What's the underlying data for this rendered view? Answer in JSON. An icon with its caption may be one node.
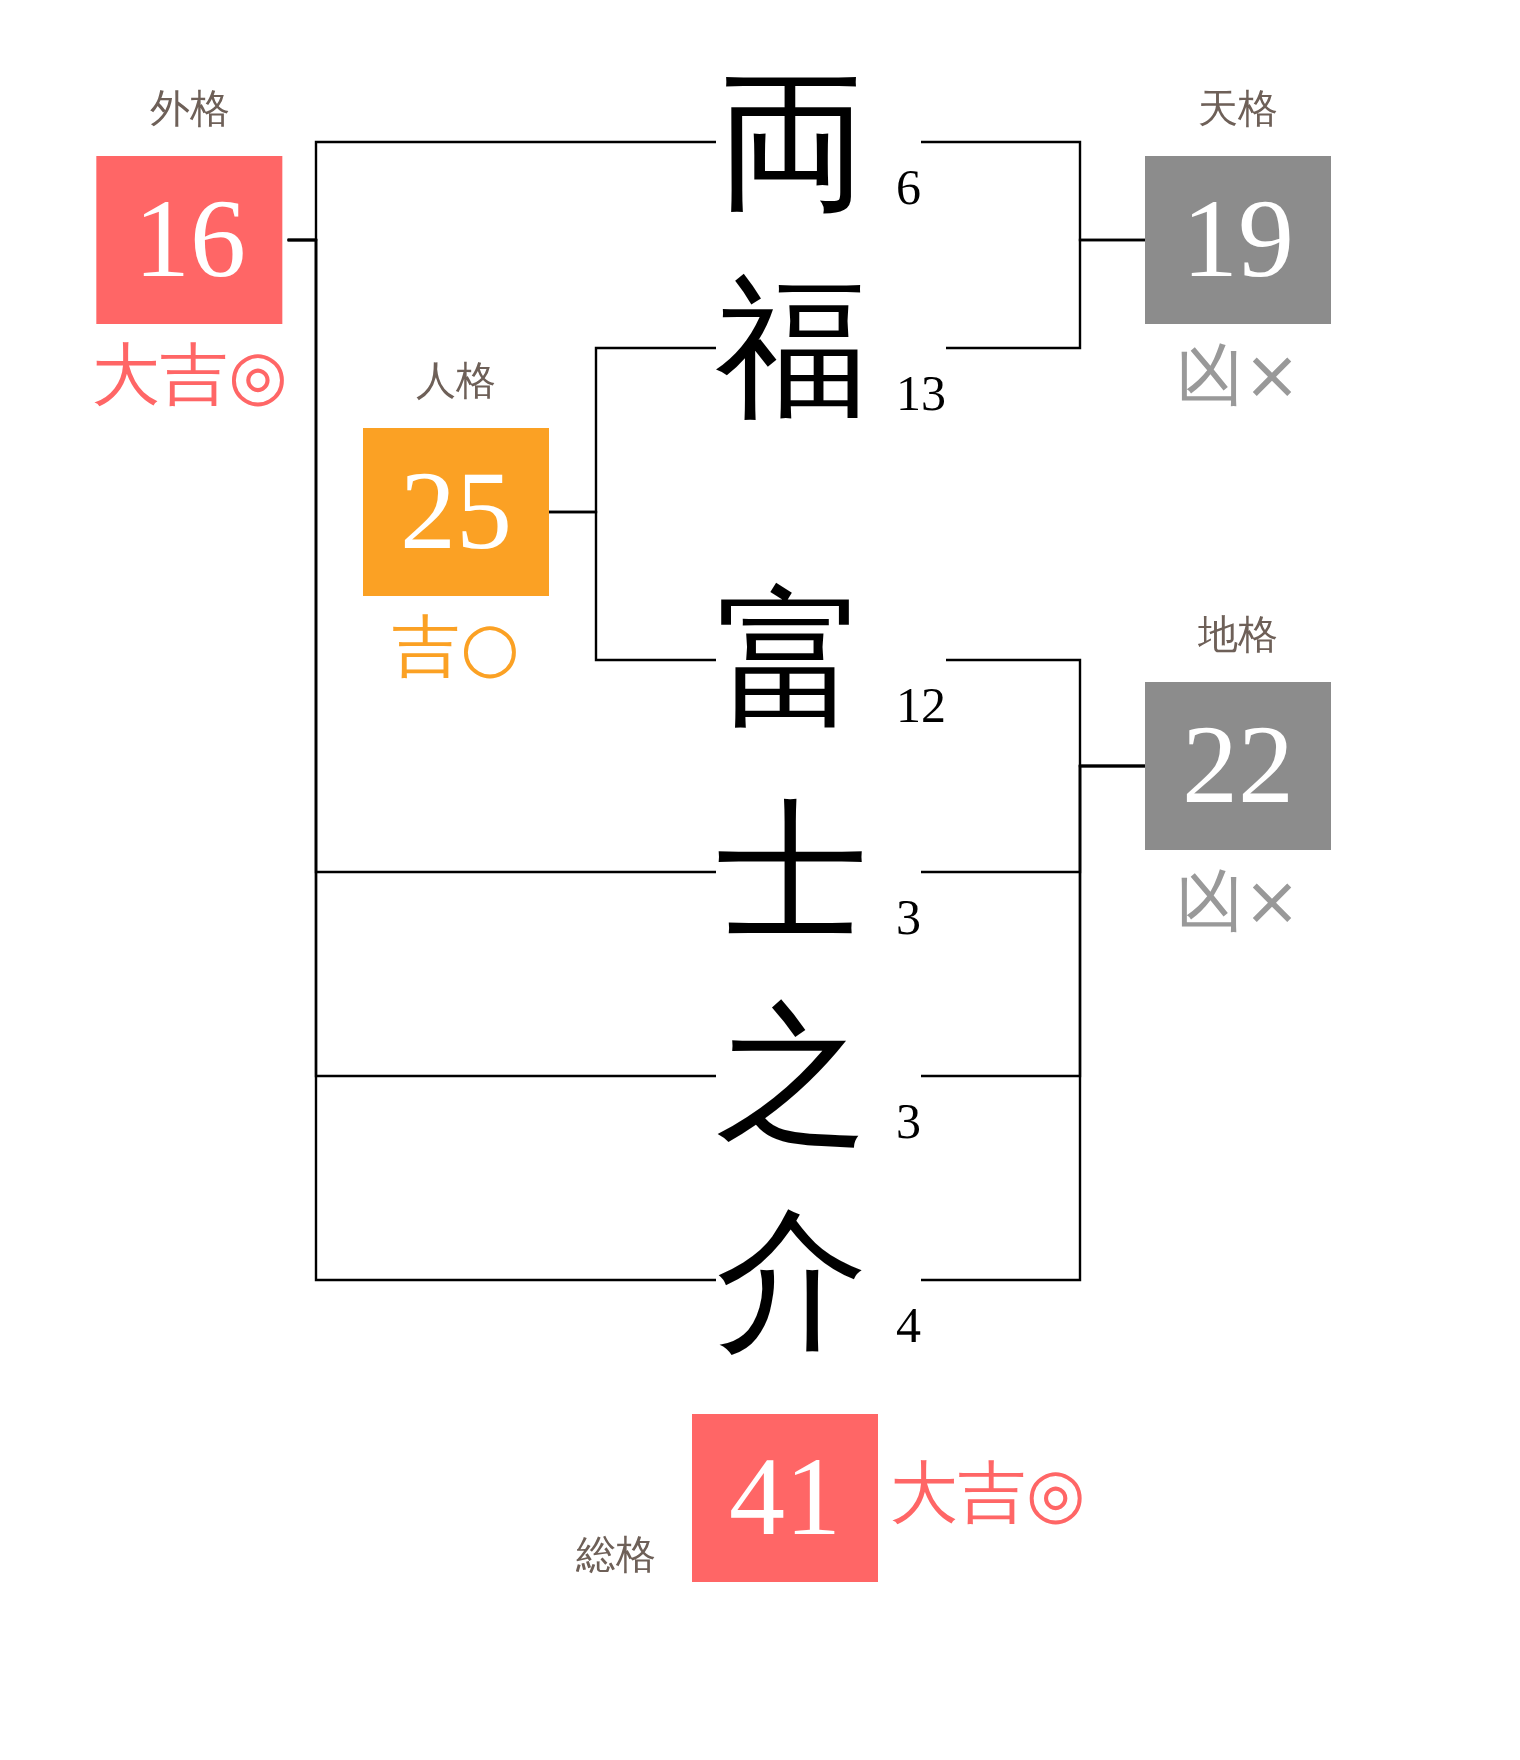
{
  "diagram": {
    "nodes": [
      {
        "text": [
          "外格",
          "16"
        ],
        "beside": [
          "大吉◎"
        ]
      },
      {
        "text": [
          "両"
        ],
        "beside": [
          "6"
        ]
      },
      {
        "text": [
          "天格",
          "19"
        ],
        "beside": [
          "凶×"
        ]
      },
      {
        "text": [
          "福"
        ],
        "beside": [
          "13"
        ]
      },
      {
        "text": [
          "人格",
          "25"
        ],
        "beside": [
          "吉○"
        ]
      },
      {
        "text": [
          "富"
        ],
        "beside": [
          "12"
        ]
      },
      {
        "text": [
          "地格",
          "22"
        ],
        "beside": [
          "凶×"
        ]
      },
      {
        "text": [
          "士"
        ],
        "beside": [
          "3"
        ]
      },
      {
        "text": [
          "之"
        ],
        "beside": [
          "3"
        ]
      },
      {
        "text": [
          "介"
        ],
        "beside": [
          "4"
        ]
      },
      {
        "text": [
          "総格",
          "41"
        ],
        "beside": [
          "大吉◎"
        ]
      }
    ],
    "edges": [
      {
        "from": 1,
        "to": 2,
        "arrow": "none"
      },
      {
        "from": 3,
        "to": 2,
        "arrow": "none"
      },
      {
        "from": 3,
        "to": 4,
        "arrow": "none"
      },
      {
        "from": 5,
        "to": 4,
        "arrow": "none"
      },
      {
        "from": 5,
        "to": 6,
        "arrow": "none"
      },
      {
        "from": 7,
        "to": 6,
        "arrow": "none"
      },
      {
        "from": 8,
        "to": 6,
        "arrow": "none"
      },
      {
        "from": 9,
        "to": 6,
        "arrow": "none"
      },
      {
        "from": 1,
        "to": 0,
        "arrow": "none"
      },
      {
        "from": 7,
        "to": 0,
        "arrow": "none"
      },
      {
        "from": 8,
        "to": 0,
        "arrow": "none"
      },
      {
        "from": 9,
        "to": 0,
        "arrow": "none"
      }
    ]
  }
}
